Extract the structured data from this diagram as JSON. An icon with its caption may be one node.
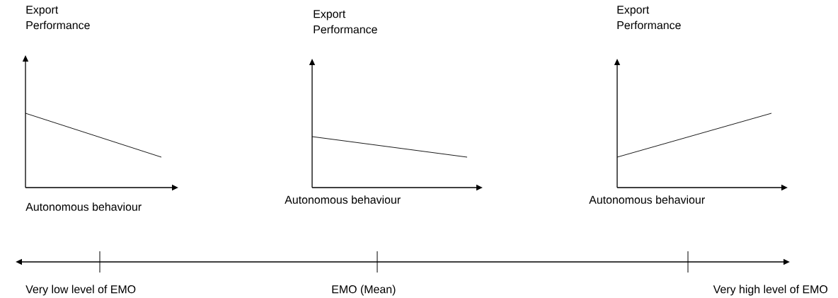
{
  "diagram": {
    "labels": [
      "Export Performance",
      "Export Performance",
      "Export Performance",
      "Autonomous behaviour",
      "Autonomous behaviour",
      "Autonomous behaviour",
      "Very low level of EMO",
      "EMO (Mean)",
      "Very high level of EMO"
    ]
  }
}
